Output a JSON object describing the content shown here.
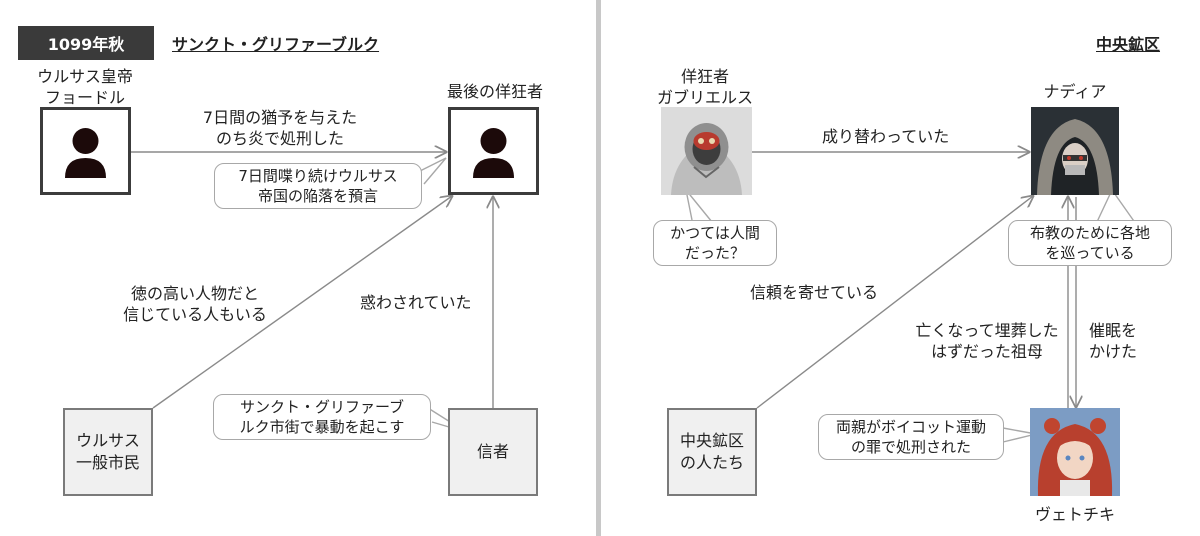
{
  "left": {
    "period": "1099年秋",
    "title": "サンクト・グリファーブルク",
    "nodes": {
      "fyodor": "ウルサス皇帝\nフョードル",
      "lastmad": "最後の佯狂者",
      "citizens": "ウルサス\n一般市民",
      "believers": "信者"
    },
    "edges": {
      "grace": "7日間の猶予を与えた\nのち炎で処刑した",
      "virtue": "徳の高い人物だと\n信じている人もいる",
      "deceived": "惑わされていた"
    },
    "bubbles": {
      "prophecy": "7日間喋り続けウルサス\n帝国の陥落を預言",
      "riot": "サンクト・グリファーブ\nルク市街で暴動を起こす"
    }
  },
  "right": {
    "title": "中央鉱区",
    "nodes": {
      "gabriel": "佯狂者\nガブリエルス",
      "nadia": "ナディア",
      "miners": "中央鉱区\nの人たち",
      "vetochki": "ヴェトチキ"
    },
    "edges": {
      "replaced": "成り替わっていた",
      "trust": "信頼を寄せている",
      "grandmother": "亡くなって埋葬した\nはずだった祖母",
      "hypnosis": "催眠を\nかけた"
    },
    "bubbles": {
      "human": "かつては人間\nだった？",
      "missionary": "布教のために各地\nを巡っている",
      "parents": "両親がボイコット運動\nの罪で処刑された"
    }
  },
  "colors": {
    "line": "#8a8a8a",
    "node_border": "#3c3c3c",
    "period_bg": "#3a3a3a",
    "divider": "#c8c8c8"
  }
}
